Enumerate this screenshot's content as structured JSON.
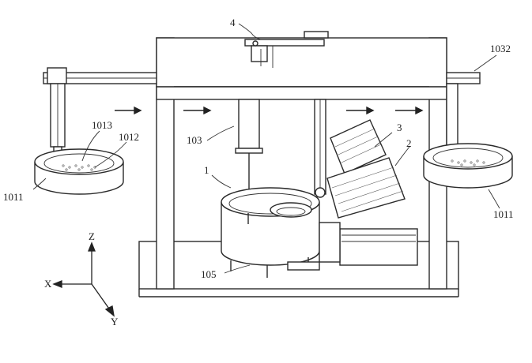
{
  "labels": {
    "l4": "4",
    "l1032": "1032",
    "l1013": "1013",
    "l1012": "1012",
    "l103": "103",
    "l3": "3",
    "l2": "2",
    "l1": "1",
    "l1011_left": "1011",
    "l1011_right": "1011",
    "l105": "105"
  },
  "axes": {
    "z": "Z",
    "x": "X",
    "y": "Y"
  }
}
